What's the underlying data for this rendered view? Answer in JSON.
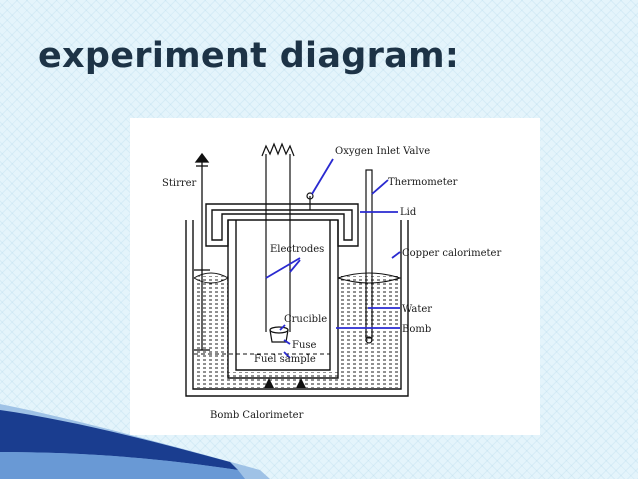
{
  "slide": {
    "title": "experiment diagram:"
  },
  "diagram": {
    "caption": "Bomb Calorimeter",
    "labels": {
      "stirrer": "Stirrer",
      "oxygen_inlet_valve": "Oxygen Inlet Valve",
      "thermometer": "Thermometer",
      "lid": "Lid",
      "electrodes": "Electrodes",
      "copper_calorimeter": "Copper calorimeter",
      "water": "Water",
      "crucible": "Crucible",
      "bomb": "Bomb",
      "fuse": "Fuse",
      "fuel_sample": "Fuel sample"
    }
  },
  "colors": {
    "background": "#e4f4fb",
    "title": "#1d3346",
    "pointer": "#2a2ad0",
    "swoosh_dark": "#1a3d8f",
    "swoosh_light": "#9fc2e6"
  }
}
